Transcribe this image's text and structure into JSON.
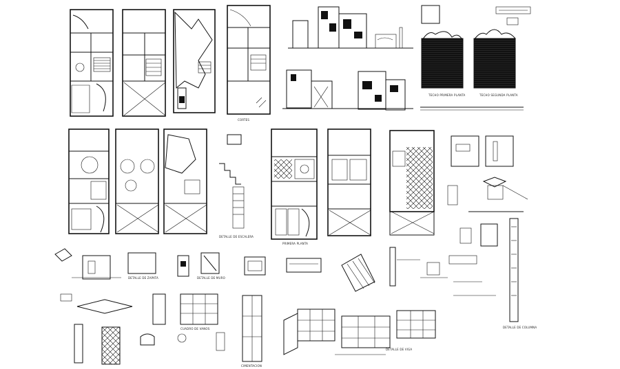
{
  "drawing": {
    "title": "House plans, elevations and construction details (CAD sheet)",
    "background": "#ffffff",
    "line_color": "#111111"
  },
  "labels": {
    "cortes_caption": "CORTES",
    "planta_a_caption": "TECHO PRIMERA PLANTA",
    "planta_b_caption": "TECHO SEGUNDA PLANTA",
    "primera_planta_caption": "PRIMERA PLANTA",
    "detalle_escalera_caption": "DETALLE DE ESCALERA",
    "detalle_zapata_caption": "DETALLE DE ZAPATA",
    "detalle_muro_caption": "DETALLE DE MURO",
    "detalle_columna_caption": "DETALLE DE COLUMNA",
    "cuadro_caption": "CUADRO DE VANOS",
    "cimentacion_caption": "CIMENTACION",
    "viga_caption": "DETALLE DE VIGA"
  }
}
